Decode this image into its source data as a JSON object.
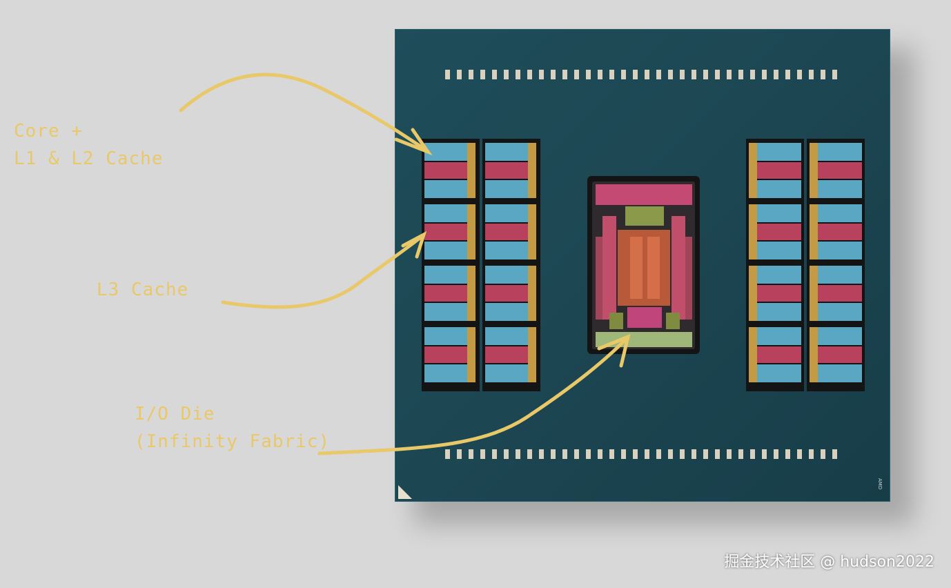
{
  "labels": {
    "core": "Core +\nL1 & L2 Cache",
    "l3": "L3 Cache",
    "io": "I/O Die\n(Infinity Fabric)"
  },
  "package_mark": "AMD",
  "watermark": "掘金技术社区 @ hudson2022",
  "colors": {
    "background": "#d8d8d8",
    "substrate": "#1f4d5a",
    "annotation": "#e9c86a",
    "l3_cache": "#b8415e",
    "core": "#5aa7c4",
    "io_die": "#c44a73"
  }
}
